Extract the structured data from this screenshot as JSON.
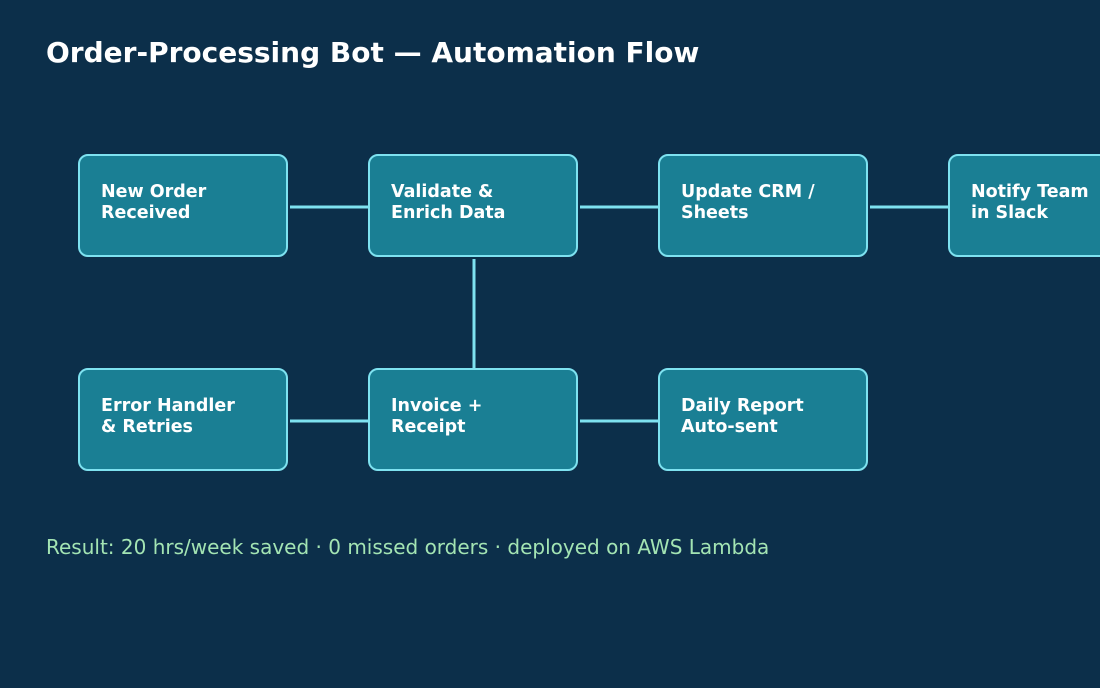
{
  "title": "Order-Processing Bot — Automation Flow",
  "colors": {
    "background": "#0c2f4a",
    "node_fill": "#1a7f94",
    "node_border": "#7ee2f0",
    "connector": "#7ee2f0",
    "title_text": "#ffffff",
    "result_text": "#a3e4b3"
  },
  "nodes": [
    {
      "id": "n1",
      "label": "New Order\nReceived"
    },
    {
      "id": "n2",
      "label": "Validate &\nEnrich Data"
    },
    {
      "id": "n3",
      "label": "Update CRM /\nSheets"
    },
    {
      "id": "n4",
      "label": "Notify Team\nin Slack"
    },
    {
      "id": "n5",
      "label": "Error Handler\n& Retries"
    },
    {
      "id": "n6",
      "label": "Invoice +\nReceipt"
    },
    {
      "id": "n7",
      "label": "Daily Report\nAuto-sent"
    }
  ],
  "edges": [
    {
      "from": "n1",
      "to": "n2"
    },
    {
      "from": "n2",
      "to": "n3"
    },
    {
      "from": "n3",
      "to": "n4"
    },
    {
      "from": "n2",
      "to": "n6"
    },
    {
      "from": "n5",
      "to": "n6"
    },
    {
      "from": "n6",
      "to": "n7"
    }
  ],
  "result": "Result: 20 hrs/week saved · 0 missed orders · deployed on AWS Lambda"
}
